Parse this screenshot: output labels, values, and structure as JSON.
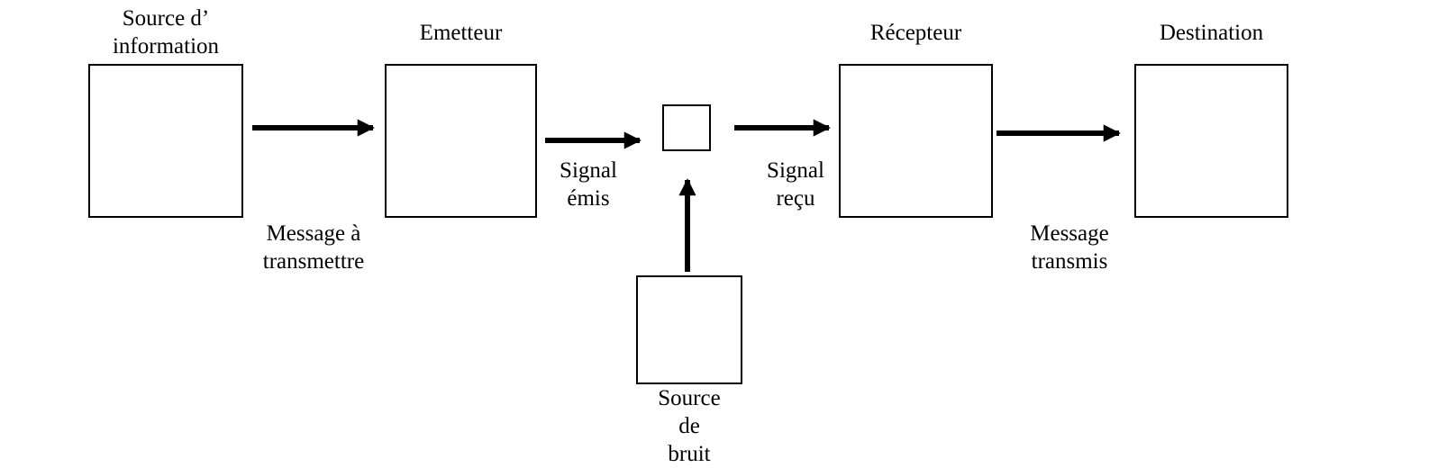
{
  "nodes": {
    "source": {
      "title_lines": [
        "Source d’",
        "information"
      ]
    },
    "emetteur": {
      "title_lines": [
        "Emetteur"
      ]
    },
    "recepteur": {
      "title_lines": [
        "Récepteur"
      ]
    },
    "destination": {
      "title_lines": [
        "Destination"
      ]
    },
    "bruit": {
      "title_lines": [
        "Source",
        "de",
        "bruit"
      ]
    },
    "canal": {
      "title_lines": []
    }
  },
  "edges": {
    "message_a_transmettre": {
      "from": "source",
      "to": "emetteur",
      "label_lines": [
        "Message à",
        "transmettre"
      ]
    },
    "signal_emis": {
      "from": "emetteur",
      "to": "canal",
      "label_lines": [
        "Signal",
        "émis"
      ]
    },
    "signal_recu": {
      "from": "canal",
      "to": "recepteur",
      "label_lines": [
        "Signal",
        "reçu"
      ]
    },
    "message_transmis": {
      "from": "recepteur",
      "to": "destination",
      "label_lines": [
        "Message",
        "transmis"
      ]
    },
    "bruit_to_canal": {
      "from": "bruit",
      "to": "canal"
    }
  }
}
